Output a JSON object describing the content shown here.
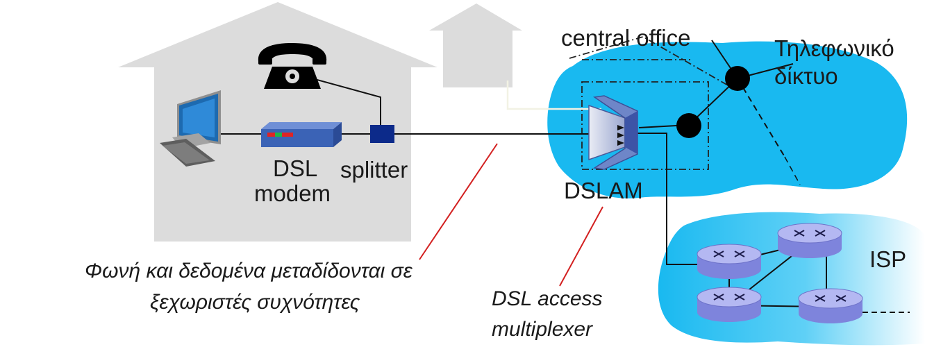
{
  "labels": {
    "central_office": "central office",
    "phone_network_line1": "Τηλεφωνικό",
    "phone_network_line2": "δίκτυο",
    "dsl_modem_line1": "DSL",
    "dsl_modem_line2": "modem",
    "splitter": "splitter",
    "dslam": "DSLAM",
    "isp": "ISP",
    "voice_data_line1": "Φωνή και δεδομένα μεταδίδονται σε",
    "voice_data_line2": "ξεχωριστές συχνότητες",
    "dsl_access_line1": "DSL access",
    "dsl_access_line2": "multiplexer"
  },
  "icons": [
    "house-icon",
    "telephone-icon",
    "computer-icon",
    "dsl-modem-icon",
    "splitter-icon",
    "dslam-icon",
    "router-icon",
    "switch-node-icon"
  ],
  "colors": {
    "house": "#dcdcdc",
    "network_cloud": "#19b9f0",
    "router": "#8f93e6",
    "modem": "#3b63b6",
    "splitter": "#0c2a8a",
    "pointer_line": "#d32020"
  }
}
